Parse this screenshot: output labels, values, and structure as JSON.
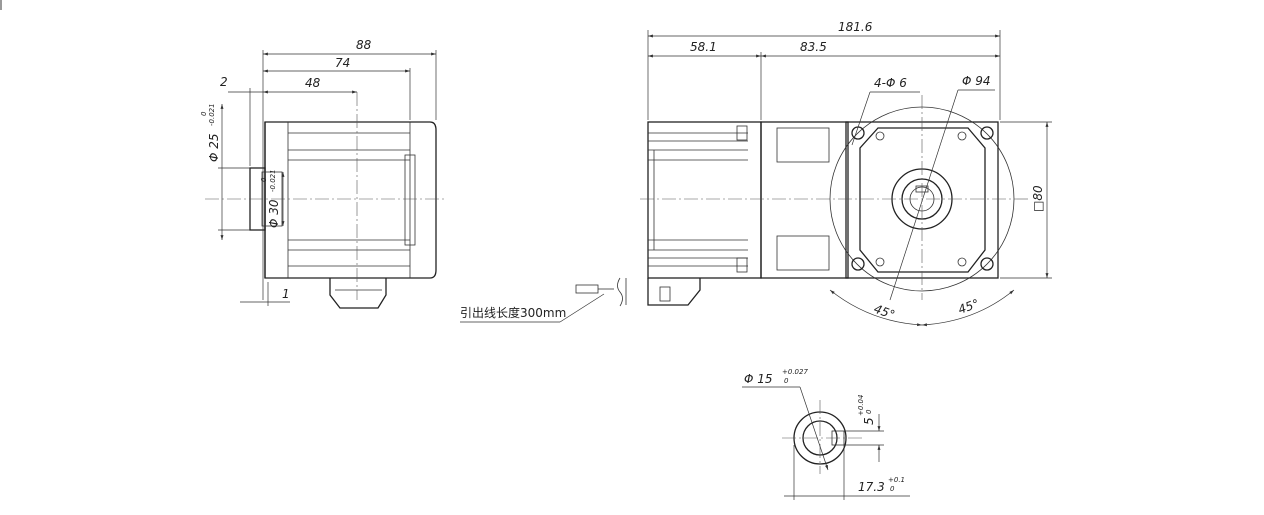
{
  "drawing": {
    "side_view": {
      "overall_length": "88",
      "body_length": "74",
      "flange_offset": "48",
      "pilot_step": "2",
      "flange_thickness": "1",
      "shaft_dia": "Φ 25",
      "shaft_tol_upper": "0",
      "shaft_tol_lower": "-0.021",
      "pilot_dia": "Φ 30",
      "pilot_tol_upper": "0",
      "pilot_tol_lower": "-0.021"
    },
    "front_view": {
      "total_length": "181.6",
      "motor_length": "58.1",
      "gearbox_length": "83.5",
      "mount_holes": "4-Φ 6",
      "pcd": "Φ 94",
      "square": "□80",
      "angle_left": "45°",
      "angle_right": "45°",
      "lead_note": "引出线长度300mm"
    },
    "shaft_detail": {
      "dia": "Φ 15",
      "dia_tol_upper": "+0.027",
      "dia_tol_lower": "0",
      "key_width": "5",
      "key_tol_upper": "+0.04",
      "key_tol_lower": "0",
      "key_height": "17.3",
      "height_tol_upper": "+0.1",
      "height_tol_lower": "0"
    }
  }
}
